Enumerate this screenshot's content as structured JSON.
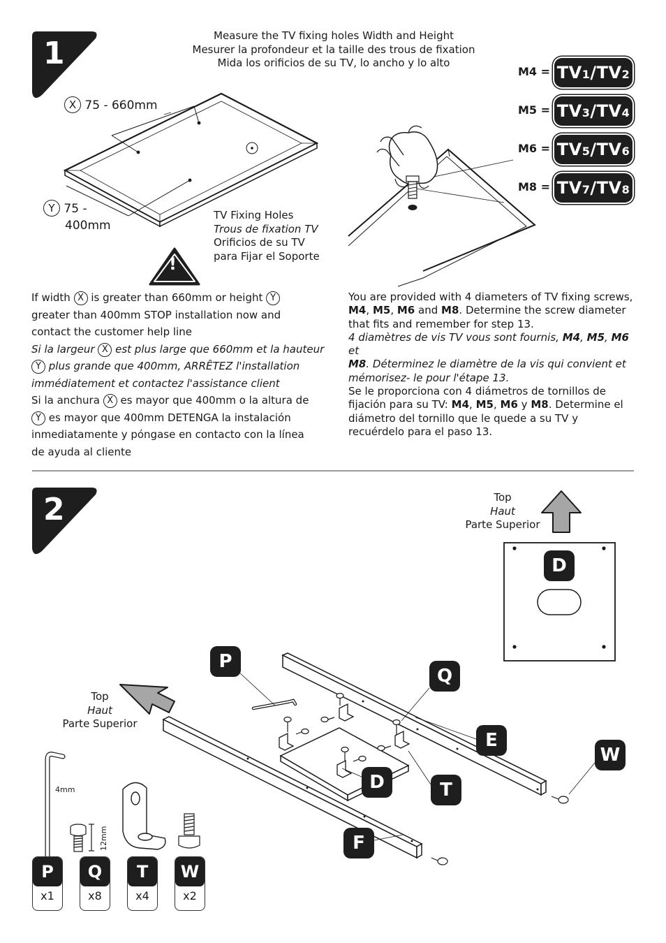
{
  "step1": {
    "number": "1",
    "header": [
      "Measure the TV fixing holes Width and Height",
      "Mesurer la profondeur et la taille des trous de fixation",
      "Mida los orificios de su TV, lo ancho y lo alto"
    ],
    "x_letter": "X",
    "x_range": "75 - 660mm",
    "y_letter": "Y",
    "y_range_line1": "75 -",
    "y_range_line2": "400mm",
    "holes_label": [
      "TV Fixing Holes",
      "Trous de fixation TV",
      "Orificios de su TV",
      "para Fijar el Soporte"
    ],
    "warning_symbol": "!",
    "screw_sizes": [
      {
        "m": "M4 =",
        "tv": "TV",
        "a": "1",
        "sep": "/TV",
        "b": "2"
      },
      {
        "m": "M5 =",
        "tv": "TV",
        "a": "3",
        "sep": "/TV",
        "b": "4"
      },
      {
        "m": "M6 =",
        "tv": "TV",
        "a": "5",
        "sep": "/TV",
        "b": "6"
      },
      {
        "m": "M8 =",
        "tv": "TV",
        "a": "7",
        "sep": "/TV",
        "b": "8"
      }
    ],
    "warning_en_1": "If width",
    "warning_en_2": "is greater than 660mm or height",
    "warning_en_3": "greater than 400mm STOP installation now and",
    "warning_en_4": "contact the customer help line",
    "warning_fr_1": "Si la largeur",
    "warning_fr_2": "est plus large que 660mm et la hauteur",
    "warning_fr_3": "plus grande que 400mm, ARRÊTEZ l'installation",
    "warning_fr_4": "immédiatement et contactez l'assistance client",
    "warning_es_1": "Si la anchura",
    "warning_es_2": "es mayor que 400mm o la altura de",
    "warning_es_3": "es mayor que 400mm DETENGA la instalación",
    "warning_es_4": "inmediatamente y póngase en contacto con la línea",
    "warning_es_5": "de ayuda al cliente",
    "screws_en_1": "You are provided with 4 diameters of TV fixing screws,",
    "screws_en_2": "and",
    "screws_en_3": ". Determine the screw diameter",
    "screws_en_4": "that fits and remember for step 13.",
    "screws_fr_1": "4 diamètres de vis TV vous sont fournis,",
    "screws_fr_2": "et",
    "screws_fr_3": ". Déterminez le diamètre de la vis qui convient et",
    "screws_fr_4": "mémorisez- le pour l'étape 13.",
    "screws_es_1": "Se le proporciona con 4 diámetros de tornillos de",
    "screws_es_2": "fijación para su TV:",
    "screws_es_3": "y",
    "screws_es_4": ". Determine el",
    "screws_es_5": "diámetro del tornillo que le quede a su TV y",
    "screws_es_6": "recuérdelo para el paso 13.",
    "m4": "M4",
    "m5": "M5",
    "m6": "M6",
    "m8": "M8",
    "comma": ","
  },
  "step2": {
    "number": "2",
    "top_label": [
      "Top",
      "Haut",
      "Parte Superior"
    ],
    "parts_callouts": {
      "P": "P",
      "Q": "Q",
      "E": "E",
      "W": "W",
      "D": "D",
      "T": "T",
      "F": "F"
    },
    "allen_size": "4mm",
    "screw_length": "12mm",
    "parts": [
      {
        "letter": "P",
        "qty": "x1"
      },
      {
        "letter": "Q",
        "qty": "x8"
      },
      {
        "letter": "T",
        "qty": "x4"
      },
      {
        "letter": "W",
        "qty": "x2"
      }
    ]
  }
}
